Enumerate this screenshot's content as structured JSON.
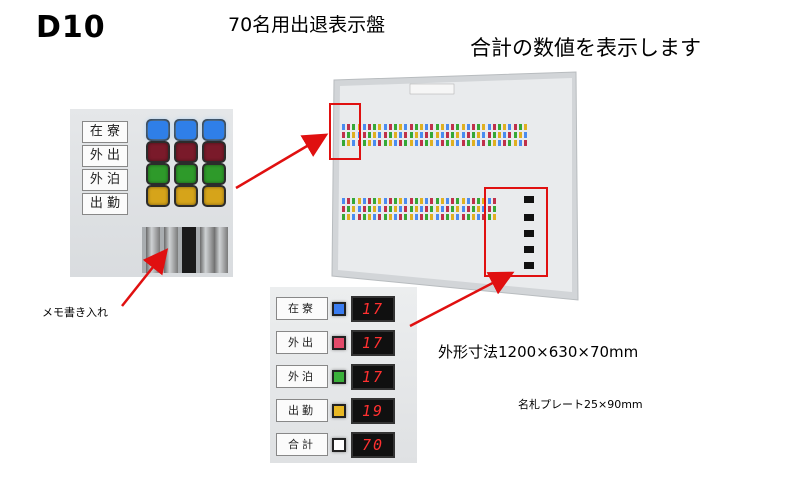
{
  "page": {
    "code": "D10",
    "title": "70名用出退表示盤",
    "subtitle": "合計の数値を表示します",
    "memo_caption": "メモ書き入れ",
    "dimensions": "外形寸法1200×630×70mm",
    "nameplate": "名札プレート25×90mm"
  },
  "closeup_left": {
    "labels": [
      "在 寮",
      "外 出",
      "外 泊",
      "出 勤"
    ],
    "button_colors": [
      "#2f7fe8",
      "#7a1a2a",
      "#2e9a2a",
      "#d6a41a"
    ]
  },
  "closeup_bottom": {
    "rows": [
      {
        "label": "在寮",
        "lamp_color": "#3a7cf0",
        "count": "17"
      },
      {
        "label": "外出",
        "lamp_color": "#e34a6a",
        "count": "17"
      },
      {
        "label": "外泊",
        "lamp_color": "#3ab03a",
        "count": "17"
      },
      {
        "label": "出勤",
        "lamp_color": "#e8b824",
        "count": "19"
      },
      {
        "label": "合計",
        "lamp_color": "#ffffff",
        "count": "70"
      }
    ]
  },
  "colors": {
    "arrow": "#e01010",
    "highlight_box": "#e01010"
  }
}
